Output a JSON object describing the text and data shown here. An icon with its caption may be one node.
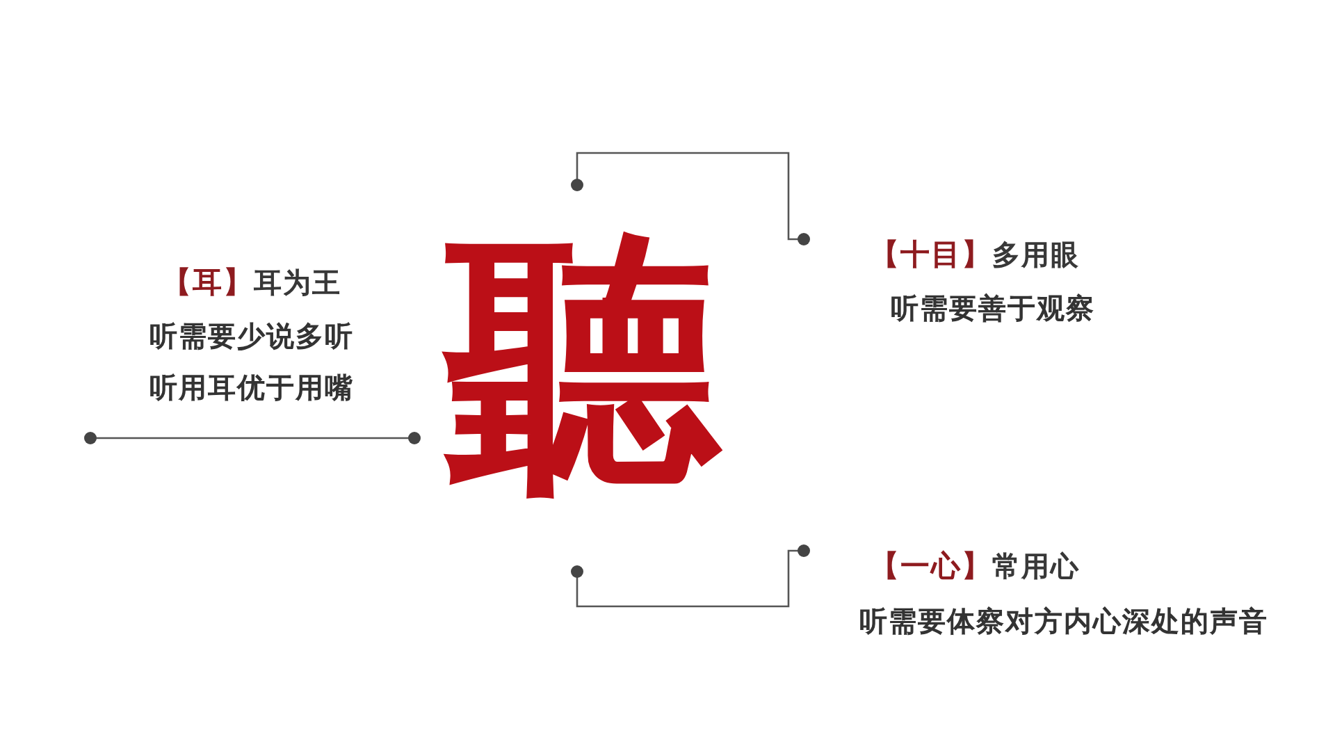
{
  "diagram": {
    "nodes": [
      {
        "text": [
          "**【耳】**耳为王",
          "听需要少说多听",
          "听用耳优于用嘴"
        ]
      },
      {
        "text": [
          "聽"
        ]
      },
      {
        "text": [
          "**【十目】**多用眼",
          "听需要善于观察"
        ]
      },
      {
        "text": [
          "**【一心】**常用心",
          "听需要体察对方内心深处的声音"
        ]
      }
    ],
    "edges": [
      {
        "from": 1,
        "to": 0,
        "arrow": "other"
      },
      {
        "from": 1,
        "to": 2,
        "arrow": "other"
      },
      {
        "from": 1,
        "to": 3,
        "arrow": "other"
      }
    ]
  }
}
